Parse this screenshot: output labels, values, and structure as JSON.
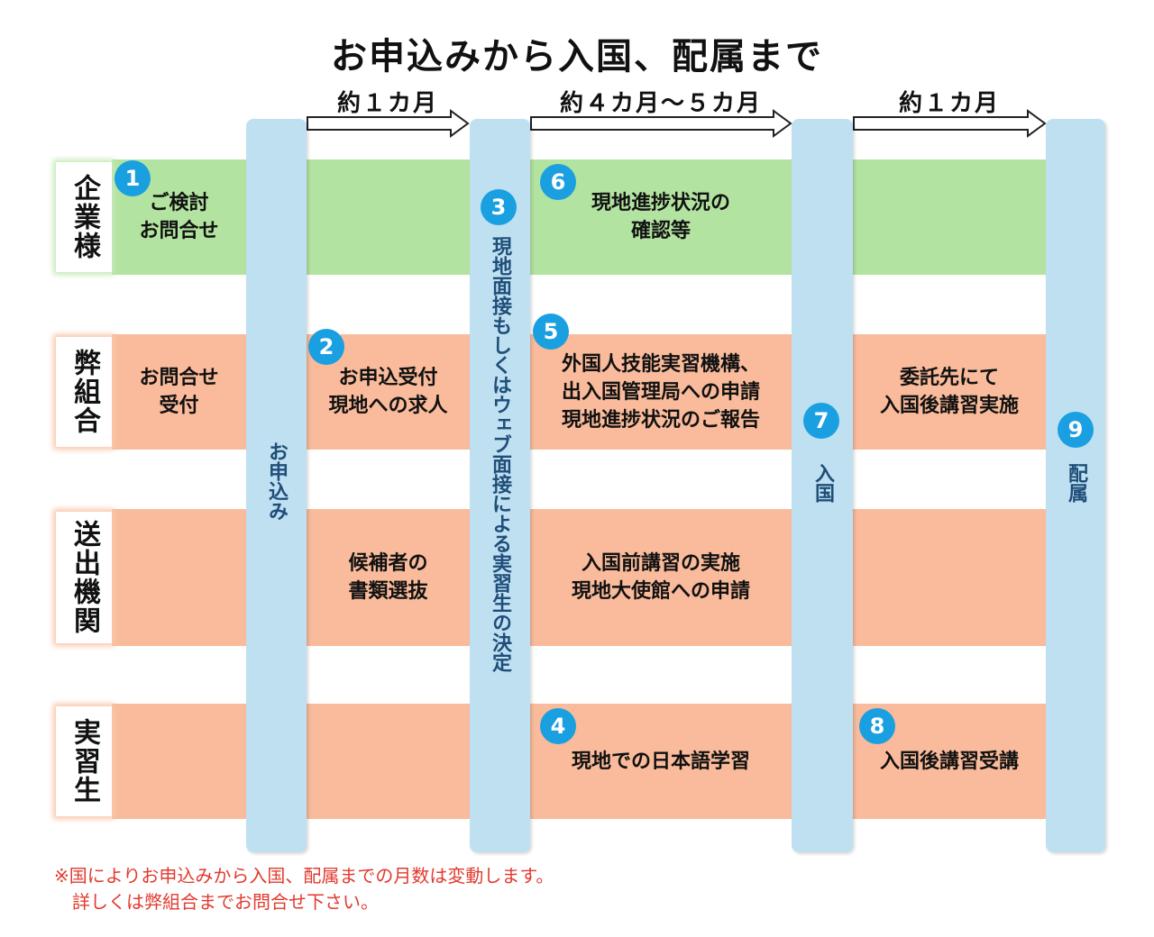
{
  "title": "お申込みから入国、配属まで",
  "periods": [
    "約１カ月",
    "約４カ月～５カ月",
    "約１カ月"
  ],
  "rows": [
    "企業様",
    "弊組合",
    "送出機関",
    "実習生"
  ],
  "pillars": [
    "お申込み",
    "現地面接もしくはウェブ面接による実習生の決定",
    "入国",
    "配属"
  ],
  "cells": {
    "kigyo_c1": "ご検討\nお問合せ",
    "kigyo_c4": "現地進捗状況の\n確認等",
    "kumiai_c1": "お問合せ\n受付",
    "kumiai_c3": "お申込受付\n現地への求人",
    "kumiai_c4": "外国人技能実習機構、\n出入国管理局への申請\n現地進捗状況のご報告",
    "kumiai_c5": "委託先にて\n入国後講習実施",
    "okuridashi_c3": "候補者の\n書類選抜",
    "okuridashi_c4": "入国前講習の実施\n現地大使館への申請",
    "jisshu_c4": "現地での日本語学習",
    "jisshu_c5": "入国後講習受講"
  },
  "steps": [
    "1",
    "2",
    "3",
    "4",
    "5",
    "6",
    "7",
    "8",
    "9"
  ],
  "note": "※国によりお申込みから入国、配属までの月数は変動します。\n　詳しくは弊組合までお問合せ下さい。",
  "colors": {
    "green_band": "#b3e3a0",
    "orange_band": "#f9bb9b",
    "pillar": "#bfe0f1",
    "badge": "#1aa0e0",
    "note": "#e23a2e"
  }
}
